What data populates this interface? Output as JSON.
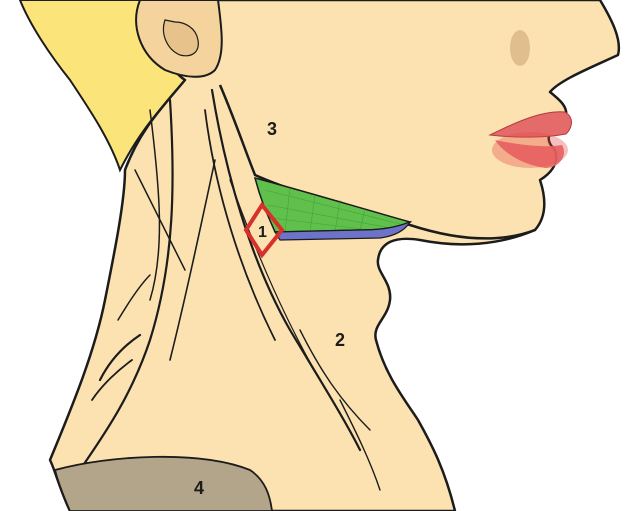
{
  "labels": {
    "region_1": "1",
    "region_2": "2",
    "region_3": "3",
    "region_4": "4"
  },
  "colors": {
    "skin": "#fbe2b0",
    "skin_shadow": "#f1cf98",
    "hair": "#fbe57a",
    "green_region": "#5fc14c",
    "blue_region": "#6d73c9",
    "marker_outline": "#d8302a",
    "lips": "#e76b6b",
    "base_shadow": "#b3a58a",
    "line": "#1c1c1c"
  }
}
